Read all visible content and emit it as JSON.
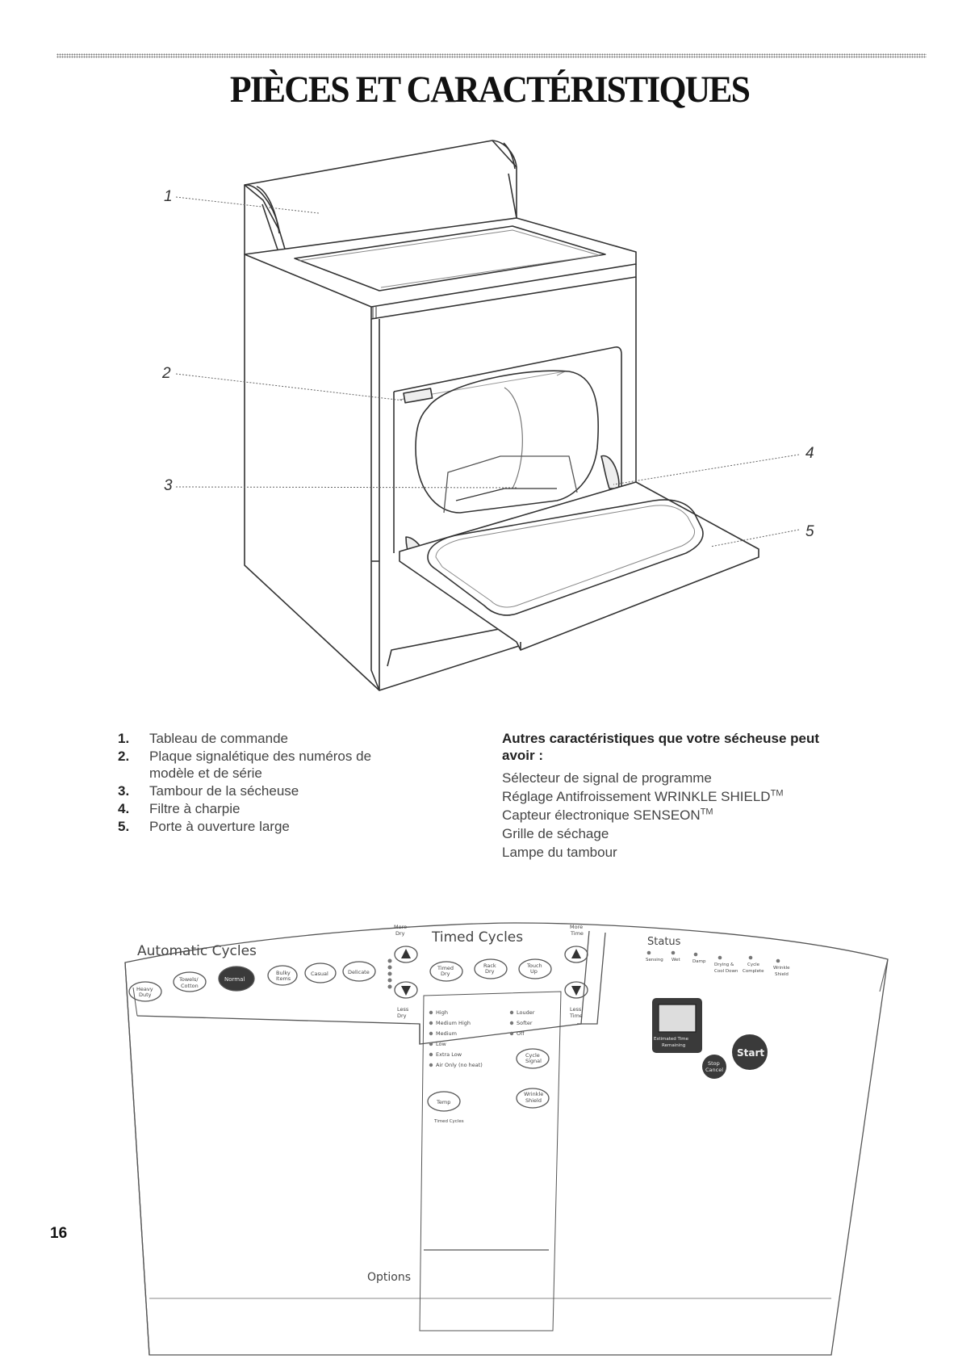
{
  "page": {
    "title": "PIÈCES ET CARACTÉRISTIQUES",
    "page_number": "16"
  },
  "callouts": [
    "1",
    "2",
    "3",
    "4",
    "5"
  ],
  "parts": [
    {
      "num": "1.",
      "label": "Tableau de commande"
    },
    {
      "num": "2.",
      "label": "Plaque signalétique des numéros de modèle et de série"
    },
    {
      "num": "3.",
      "label": "Tambour de la sécheuse"
    },
    {
      "num": "4.",
      "label": "Filtre à charpie"
    },
    {
      "num": "5.",
      "label": "Porte à ouverture large"
    }
  ],
  "features": {
    "heading": "Autres caractéristiques que votre sécheuse peut avoir :",
    "items": [
      {
        "text": "Sélecteur de signal de programme",
        "sup": ""
      },
      {
        "text": "Réglage Antifroissement WRINKLE SHIELD",
        "sup": "TM"
      },
      {
        "text": "Capteur électronique SENSEON",
        "sup": "TM"
      },
      {
        "text": "Grille de séchage",
        "sup": ""
      },
      {
        "text": "Lampe du tambour",
        "sup": ""
      }
    ]
  },
  "control_panel": {
    "automatic_cycles": "Automatic Cycles",
    "timed_cycles": "Timed Cycles",
    "status": "Status",
    "options": "Options",
    "more_dry": [
      "More",
      "Dry"
    ],
    "less_dry": [
      "Less",
      "Dry"
    ],
    "more_time": [
      "More",
      "Time"
    ],
    "less_time": [
      "Less",
      "Time"
    ],
    "auto_buttons": {
      "heavy_duty": [
        "Heavy",
        "Duty"
      ],
      "towels_cotton": [
        "Towels/",
        "Cotton"
      ],
      "normal": "Normal",
      "bulky_items": [
        "Bulky",
        "Items"
      ],
      "casual": "Casual",
      "delicate": "Delicate"
    },
    "timed_buttons": {
      "timed_dry": [
        "Timed",
        "Dry"
      ],
      "rack_dry": [
        "Rack",
        "Dry"
      ],
      "touch_up": [
        "Touch",
        "Up"
      ]
    },
    "temp_options": [
      "High",
      "Medium High",
      "Medium",
      "Low",
      "Extra Low",
      "Air Only (no heat)"
    ],
    "signal_options": [
      "Louder",
      "Softer",
      "Off"
    ],
    "cycle_signal": [
      "Cycle",
      "Signal"
    ],
    "temp": "Temp",
    "wrinkle_shield": [
      "Wrinkle",
      "Shield"
    ],
    "timed_cycles_small": "Timed Cycles",
    "status_lights": [
      "Sensing",
      "Wet",
      "Damp",
      "Drying &",
      "Cool Down",
      "Cycle",
      "Complete",
      "Wrinkle",
      "Shield"
    ],
    "display_label": [
      "Estimated Time",
      "Remaining"
    ],
    "start": "Start",
    "stop_cancel": [
      "Stop",
      "Cancel"
    ]
  }
}
